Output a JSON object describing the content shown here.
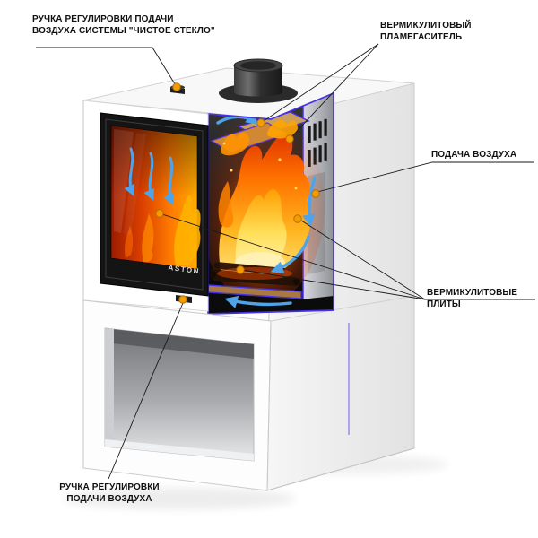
{
  "callouts": {
    "clean_glass_handle": {
      "text": "РУЧКА РЕГУЛИРОВКИ ПОДАЧИ\nВОЗДУХА СИСТЕМЫ \"ЧИСТОЕ СТЕКЛО\""
    },
    "flame_arrester": {
      "text": "ВЕРМИКУЛИТОВЫЙ\nПЛАМЕГАСИТЕЛЬ"
    },
    "air_supply": {
      "text": "ПОДАЧА ВОЗДУХА"
    },
    "vermiculite_plates": {
      "text": "ВЕРМИКУЛИТОВЫЕ\nПЛИТЫ"
    },
    "air_control_handle": {
      "text": "РУЧКА РЕГУЛИРОВКИ\nПОДАЧИ ВОЗДУХА"
    }
  },
  "stove": {
    "brand": "ASTON"
  },
  "colors": {
    "callout_dot": "#F59D00",
    "plate_highlight": "#4631E8",
    "air_arrow": "#4FA3E8",
    "flame_core": "#FFD23A",
    "flame_deep": "#C23000",
    "label_text": "#101010"
  }
}
